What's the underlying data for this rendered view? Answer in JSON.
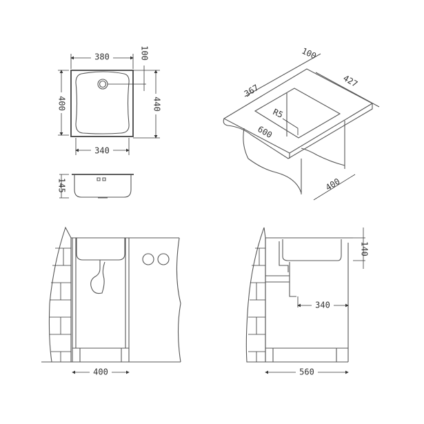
{
  "plan_view": {
    "width_top": "380",
    "offset": "100",
    "height_outer": "440",
    "height_inner": "400",
    "width_bowl": "340"
  },
  "section_view": {
    "depth": "145"
  },
  "iso_view": {
    "back_strip": "100",
    "side": "427",
    "front_left": "367",
    "front": "600",
    "radius": "R5",
    "cabinet_depth": "400"
  },
  "front_elevation": {
    "cabinet_width": "400"
  },
  "side_elevation": {
    "bowl_height": "140",
    "drain_offset": "340",
    "cabinet_depth": "560"
  }
}
